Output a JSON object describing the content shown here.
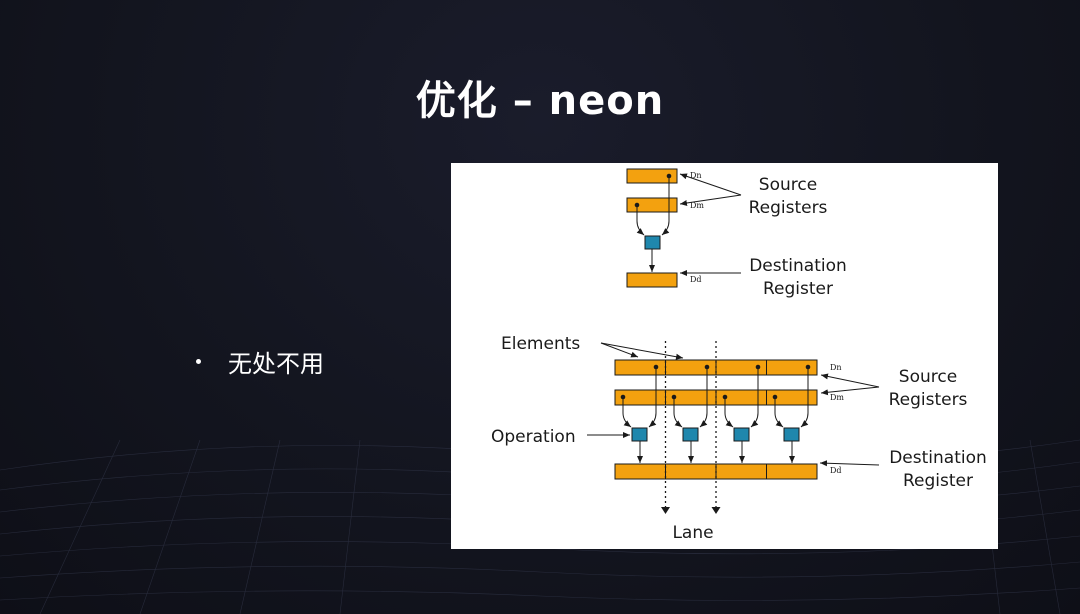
{
  "slide": {
    "title": "优化 – neon",
    "bullets": [
      "无处不用"
    ]
  },
  "diagram": {
    "top": {
      "reg_label_src1": "Dn",
      "reg_label_src2": "Dm",
      "reg_label_dst": "Dd",
      "source_line1": "Source",
      "source_line2": "Registers",
      "dest_line1": "Destination",
      "dest_line2": "Register"
    },
    "bottom": {
      "elements": "Elements",
      "operation": "Operation",
      "lane": "Lane",
      "reg_label_src1": "Dn",
      "reg_label_src2": "Dm",
      "reg_label_dst": "Dd",
      "source_line1": "Source",
      "source_line2": "Registers",
      "dest_line1": "Destination",
      "dest_line2": "Register"
    },
    "colors": {
      "register": "#f3a10f",
      "operation": "#1f87ad",
      "stroke": "#1a1a1a"
    }
  }
}
